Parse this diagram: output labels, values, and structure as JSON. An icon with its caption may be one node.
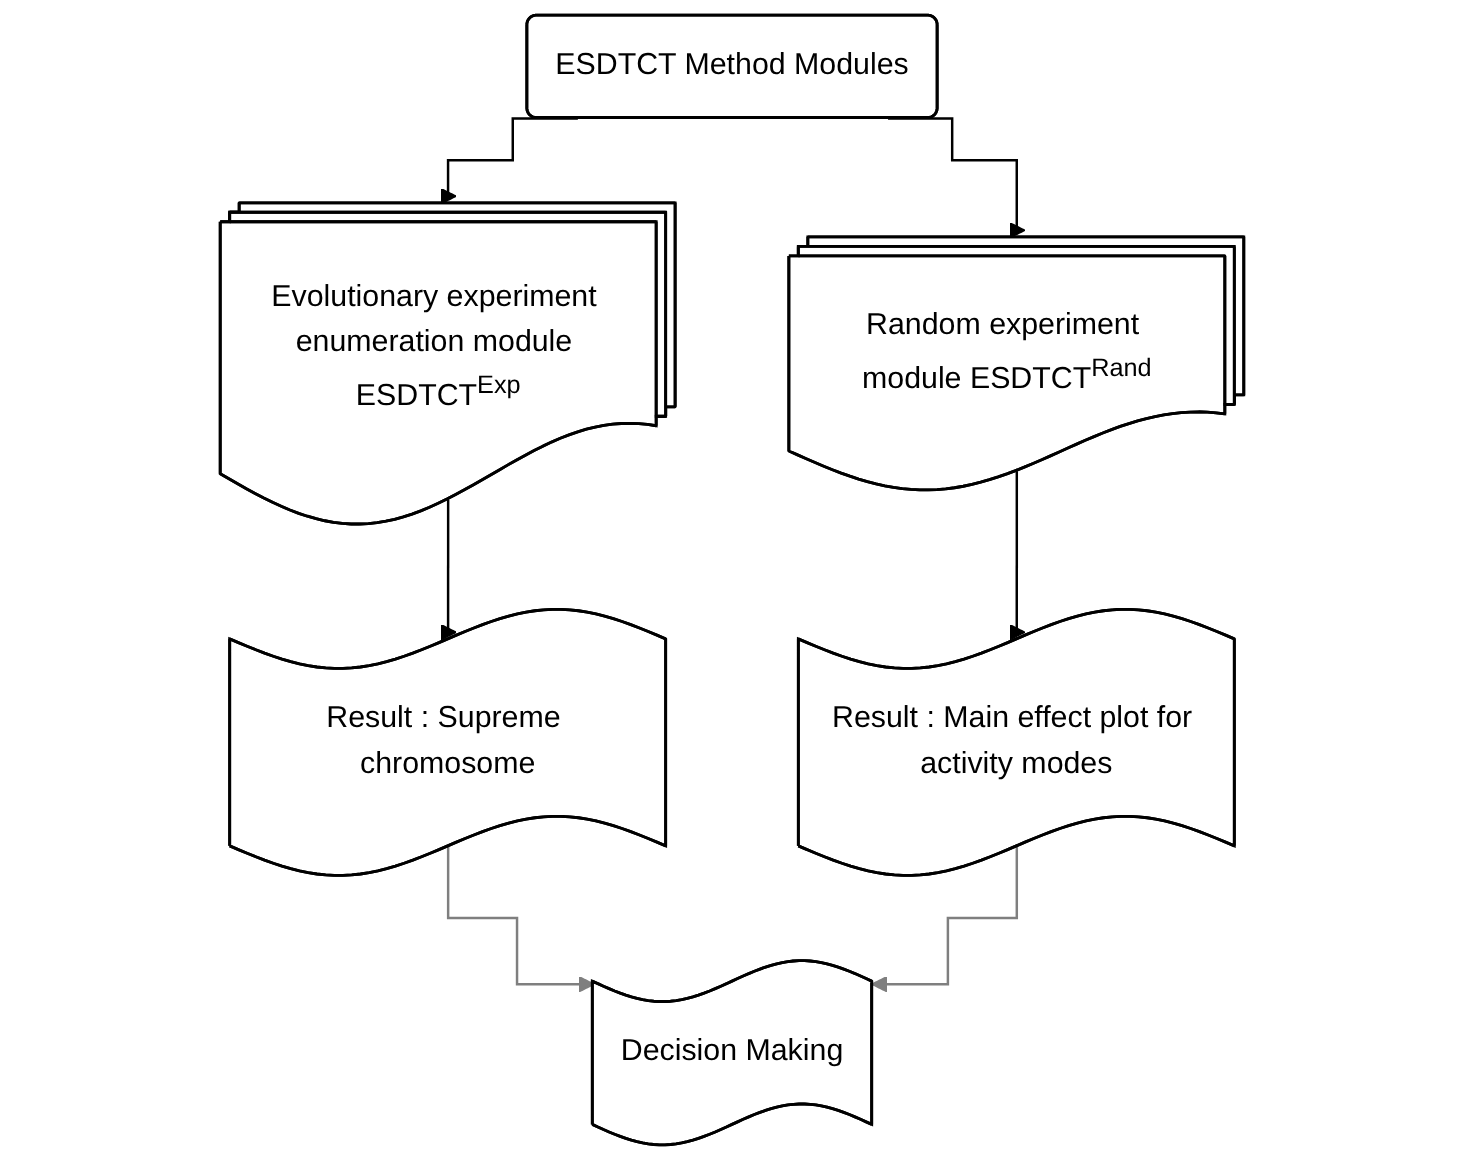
{
  "diagram": {
    "nodes": [
      {
        "text": [
          "ESDTCT Method Modules"
        ]
      },
      {
        "text": [
          "Evolutionary experiment enumeration module ESDTCT$^{Exp}$"
        ]
      },
      {
        "text": [
          "Random experiment module ESDTCT$^{Rand}$"
        ]
      },
      {
        "text": [
          "Result : Supreme chromosome"
        ]
      },
      {
        "text": [
          "Result : Main effect plot for activity modes"
        ]
      },
      {
        "text": [
          "Decision Making"
        ]
      }
    ],
    "edges": [
      {
        "from": 0,
        "to": 1,
        "arrow": "to"
      },
      {
        "from": 0,
        "to": 2,
        "arrow": "to"
      },
      {
        "from": 1,
        "to": 3,
        "arrow": "to"
      },
      {
        "from": 2,
        "to": 4,
        "arrow": "to"
      },
      {
        "from": 3,
        "to": 5,
        "arrow": "to",
        "color": "#7f7f7f"
      },
      {
        "from": 4,
        "to": 5,
        "arrow": "to",
        "color": "#7f7f7f"
      }
    ]
  }
}
